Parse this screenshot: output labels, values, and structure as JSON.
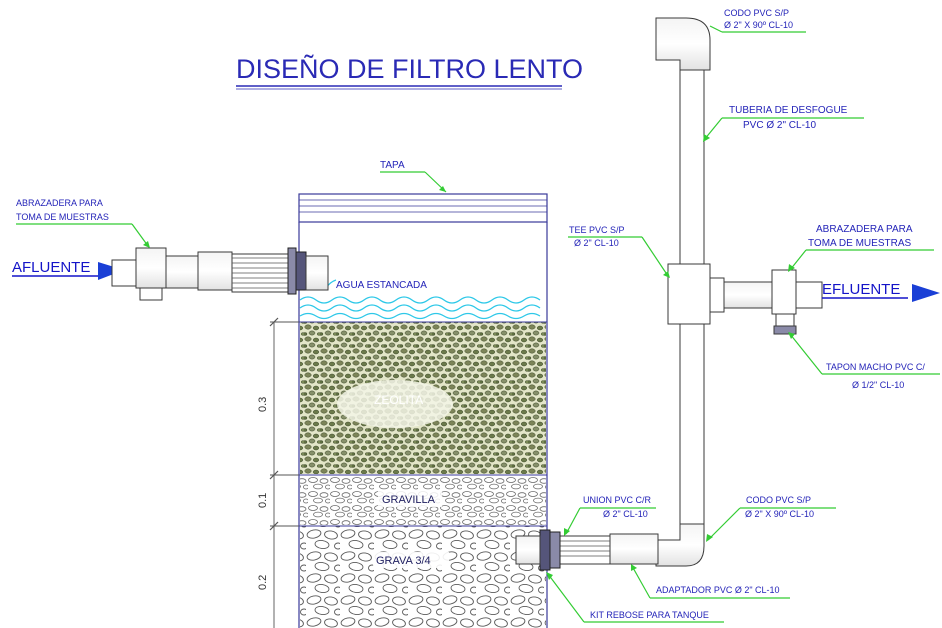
{
  "title": "DISEÑO DE FILTRO LENTO",
  "inlet": {
    "label": "AFLUENTE",
    "clamp_label": [
      "ABRAZADERA PARA",
      "TOMA DE MUESTRAS"
    ]
  },
  "outlet": {
    "label": "EFLUENTE",
    "clamp_label": [
      "ABRAZADERA PARA",
      "TOMA DE MUESTRAS"
    ]
  },
  "tank": {
    "lid_label": "TAPA",
    "layers": [
      {
        "name": "AGUA ESTANCADA",
        "thickness": null
      },
      {
        "name": "ZEOLITA",
        "thickness": "0.3"
      },
      {
        "name": "GRAVILLA",
        "thickness": "0.1"
      },
      {
        "name": "GRAVA 3/4",
        "thickness": "0.2"
      }
    ]
  },
  "fittings": {
    "codo_top": [
      "CODO PVC S/P",
      "Ø 2\" X 90º CL-10"
    ],
    "desfogue": [
      "TUBERIA DE DESFOGUE",
      "PVC Ø 2\" CL-10"
    ],
    "tee": [
      "TEE PVC S/P",
      "Ø 2\" CL-10"
    ],
    "tapon": [
      "TAPON MACHO PVC C/",
      "Ø 1/2\" CL-10"
    ],
    "union": [
      "UNION PVC C/R",
      "Ø 2\" CL-10"
    ],
    "codo_bottom": [
      "CODO PVC S/P",
      "Ø 2\" X 90º CL-10"
    ],
    "adaptador": "ADAPTADOR PVC Ø 2\" CL-10",
    "kit": "KIT REBOSE PARA TANQUE"
  },
  "colors": {
    "label_text": "#2424b8",
    "leader": "#33cc33",
    "arrow": "#1a3fd6",
    "outline": "#3a3a9a",
    "water": "#2ec8e8"
  }
}
